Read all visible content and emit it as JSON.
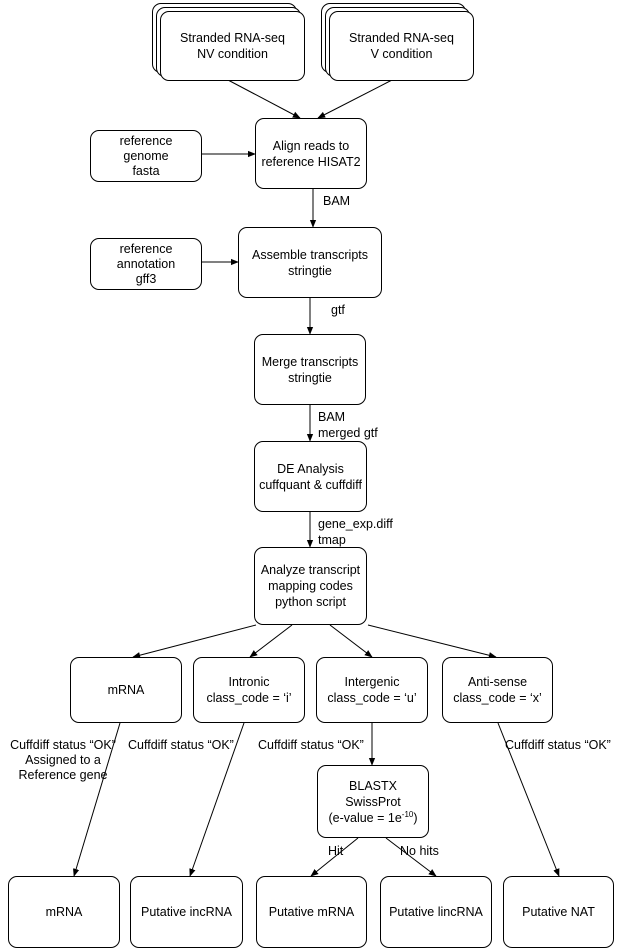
{
  "inputs": {
    "nv": [
      "Stranded RNA-seq",
      "NV condition"
    ],
    "v": [
      "Stranded RNA-seq",
      "V condition"
    ]
  },
  "side": {
    "genome": [
      "reference",
      "genome",
      "fasta"
    ],
    "annotation": [
      "reference",
      "annotation",
      "gff3"
    ]
  },
  "steps": {
    "align": [
      "Align reads to",
      "reference HISAT2"
    ],
    "assemble": [
      "Assemble transcripts",
      "stringtie"
    ],
    "merge": [
      "Merge transcripts",
      "stringtie"
    ],
    "de": [
      "DE Analysis",
      "cuffquant & cuffdiff"
    ],
    "analyze": [
      "Analyze transcript",
      "mapping codes",
      "python script"
    ]
  },
  "edges": {
    "bam1": "BAM",
    "gtf": "gtf",
    "bam2": "BAM",
    "merged_gtf": "merged gtf",
    "gene_exp": "gene_exp.diff",
    "tmap": "tmap"
  },
  "classes": {
    "mrna": [
      "mRNA"
    ],
    "intronic": [
      "Intronic",
      "class_code = ‘i’"
    ],
    "intergenic": [
      "Intergenic",
      "class_code = ‘u’"
    ],
    "antisense": [
      "Anti-sense",
      "class_code = ‘x’"
    ]
  },
  "filters": {
    "mrna": [
      "Cuffdiff status “OK”",
      "Assigned to a",
      "Reference gene"
    ],
    "intronic": "Cuffdiff status “OK”",
    "intergenic": "Cuffdiff status “OK”",
    "antisense": "Cuffdiff status “OK”"
  },
  "blastx": {
    "line1": "BLASTX",
    "line2": "SwissProt",
    "evalue_prefix": "(e-value = 1e",
    "evalue_exp": "-10",
    "evalue_suffix": ")"
  },
  "branches": {
    "hit": "Hit",
    "nohit": "No hits"
  },
  "outputs": {
    "mrna": "mRNA",
    "incrna": "Putative incRNA",
    "putative_mrna": "Putative mRNA",
    "lincrna": "Putative lincRNA",
    "nat": "Putative NAT"
  }
}
